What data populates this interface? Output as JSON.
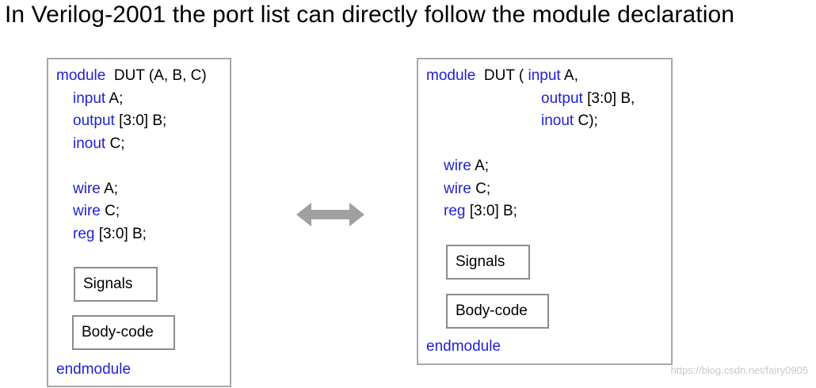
{
  "title": "In Verilog-2001 the port list can directly follow the module declaration",
  "left": {
    "l1": {
      "kw": "module",
      "rest": "  DUT (A, B, C)"
    },
    "l2": {
      "kw": "input",
      "rest": " A;"
    },
    "l3": {
      "kw": "output",
      "rest": " [3:0] B;"
    },
    "l4": {
      "kw": "inout",
      "rest": " C;"
    },
    "l5": {
      "kw": "wire",
      "rest": " A;"
    },
    "l6": {
      "kw": "wire",
      "rest": " C;"
    },
    "l7": {
      "kw": "reg",
      "rest": " [3:0] B;"
    },
    "signals": "Signals",
    "body_code": "Body-code",
    "end": "endmodule"
  },
  "right": {
    "l1": {
      "kw1": "module",
      "mid": "  DUT ( ",
      "kw2": "input",
      "rest": " A,"
    },
    "l2": {
      "kw": "output",
      "rest": " [3:0] B,"
    },
    "l3": {
      "kw": "inout",
      "rest": " C);"
    },
    "l4": {
      "kw": "wire",
      "rest": " A;"
    },
    "l5": {
      "kw": "wire",
      "rest": " C;"
    },
    "l6": {
      "kw": "reg",
      "rest": " [3:0] B;"
    },
    "signals": "Signals",
    "body_code": "Body-code",
    "end": "endmodule"
  },
  "arrow_icon": "double-headed-arrow-icon",
  "watermark": "https://blog.csdn.net/fairy0905",
  "colors": {
    "keyword": "#1f1fd6",
    "border": "#a8a8a8",
    "arrow": "#a0a0a0"
  }
}
